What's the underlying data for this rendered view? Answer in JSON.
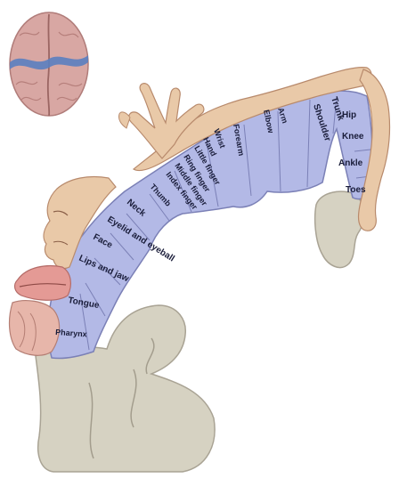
{
  "diagram": {
    "labels": {
      "hip": "Hip",
      "trunk": "Trunk",
      "knee": "Knee",
      "shoulder": "Shoulder",
      "elbow": "Elbow",
      "arm": "Arm",
      "ankle": "Ankle",
      "forearm": "Forearm",
      "toes": "Toes",
      "wrist": "Wrist",
      "hand": "Hand",
      "little_finger": "Little finger",
      "ring_finger": "Ring finger",
      "middle_finger": "Middle finger",
      "index_finger": "Index finger",
      "thumb": "Thumb",
      "neck": "Neck",
      "eyelid_eyeball": "Eyelid and eyeball",
      "face": "Face",
      "lips_jaw": "Lips and jaw",
      "tongue": "Tongue",
      "pharynx": "Pharynx"
    },
    "colors": {
      "cortex_strip": "#b3b9e6",
      "strip_outline": "#7b80b6",
      "skin": "#e9c9a8",
      "skin_shade": "#c99b7a",
      "brain_tissue": "#d5d1c1",
      "brain": "#d7a3a0",
      "brain_band": "#5b7fc0",
      "mouth": "#e49a95",
      "label_text": "#1a1d3a"
    }
  }
}
